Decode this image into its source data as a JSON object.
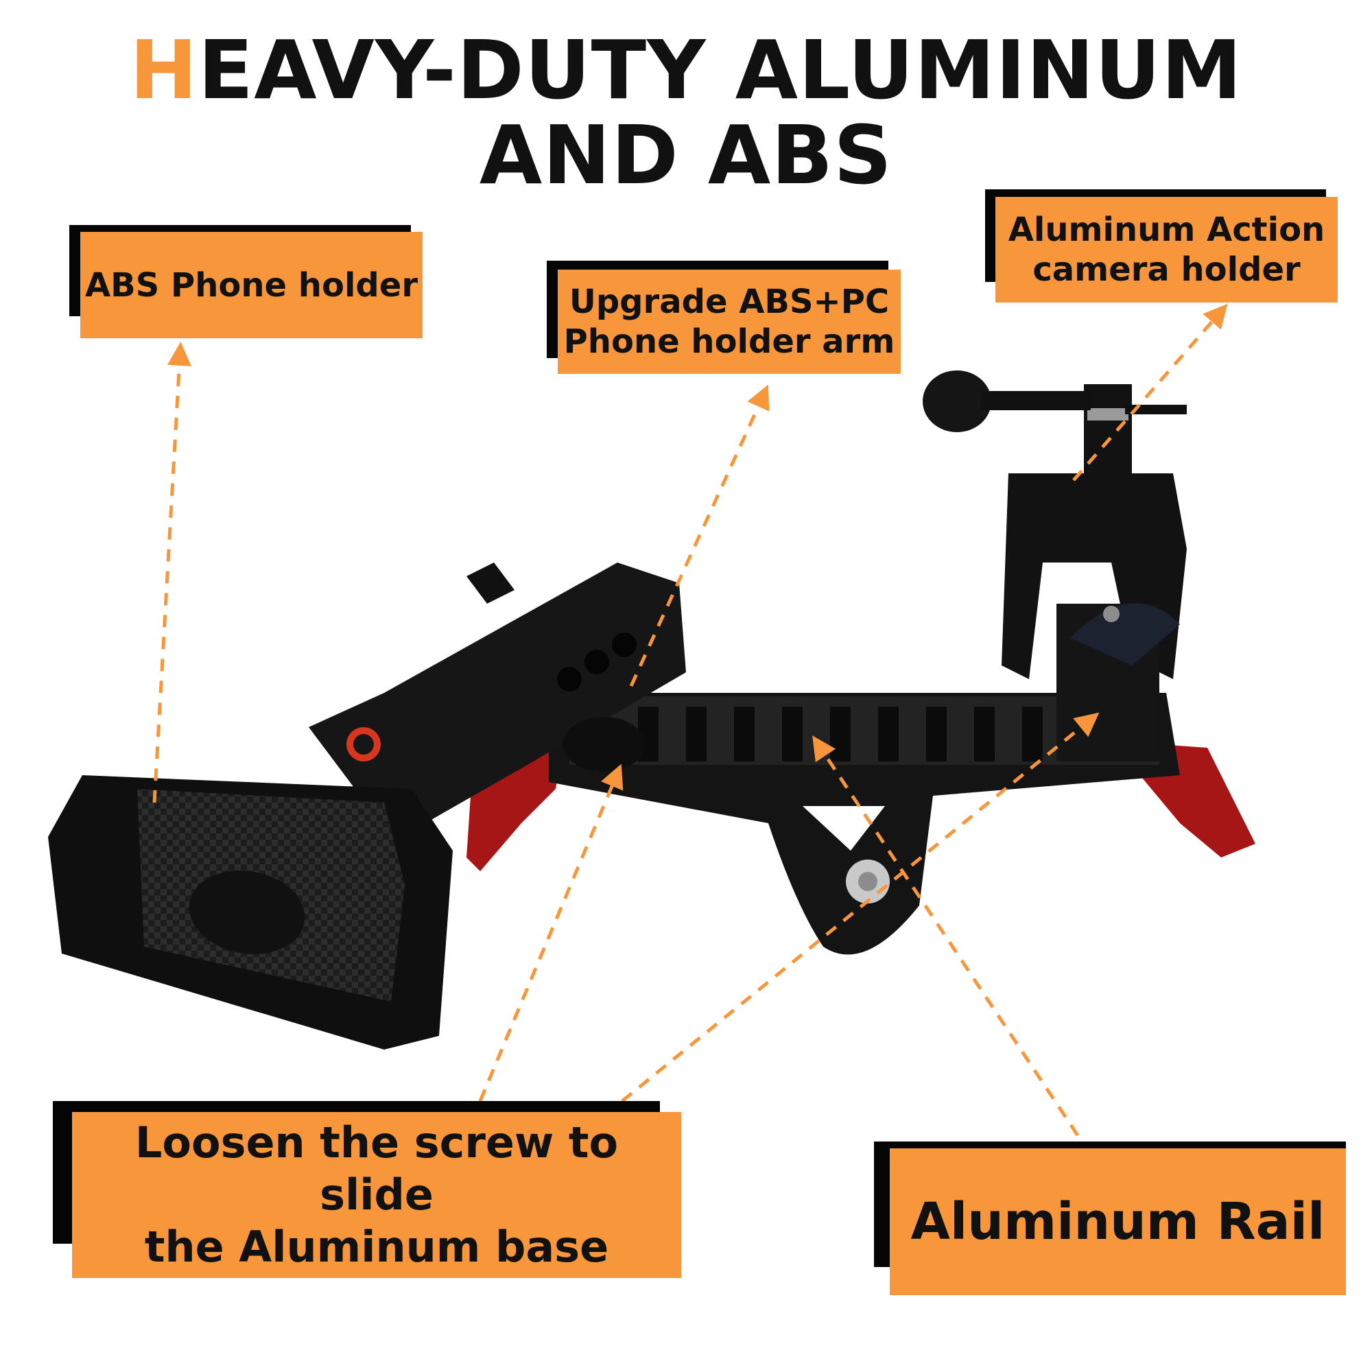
{
  "title": {
    "accent_letter": "H",
    "line1_rest": "EAVY-DUTY ALUMINUM",
    "line2": "AND ABS"
  },
  "callouts": {
    "phone_holder": "ABS Phone holder",
    "holder_arm_line1": "Upgrade ABS+PC",
    "holder_arm_line2": "Phone holder arm",
    "camera_holder_line1": "Aluminum Action",
    "camera_holder_line2": "camera holder",
    "screw_line1": "Loosen the screw to slide",
    "screw_line2": "the Aluminum base",
    "rail": "Aluminum Rail"
  },
  "colors": {
    "accent": "#f7963b",
    "callout_shadow": "#050505",
    "mount_body": "#1a1a1a",
    "mount_feet": "#a61616"
  }
}
